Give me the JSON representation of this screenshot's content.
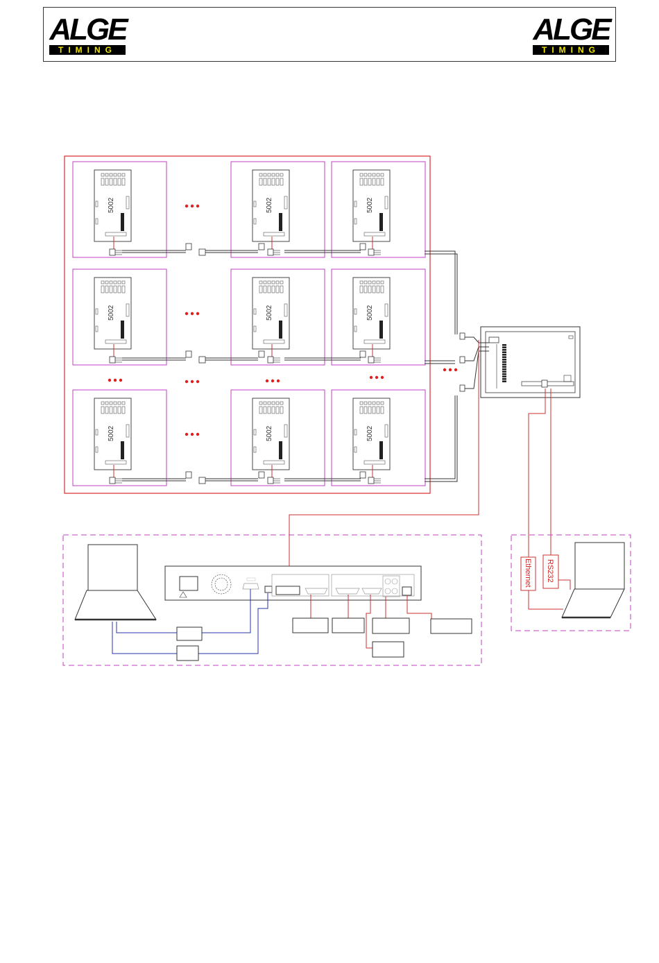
{
  "header": {
    "logo_left": {
      "word": "ALGE",
      "sub": "TIMING"
    },
    "logo_right": {
      "word": "ALGE",
      "sub": "TIMING"
    }
  },
  "diagram": {
    "board_label": "5002",
    "connection_labels": {
      "ethernet": "Ethernet",
      "rs232": "RS232"
    },
    "colors": {
      "frame_red": "#d42a2a",
      "module_magenta": "#c23fc2",
      "wire_blue": "#2433a8",
      "wire_red": "#cc3030",
      "ellipsis_red": "#e02020"
    }
  }
}
